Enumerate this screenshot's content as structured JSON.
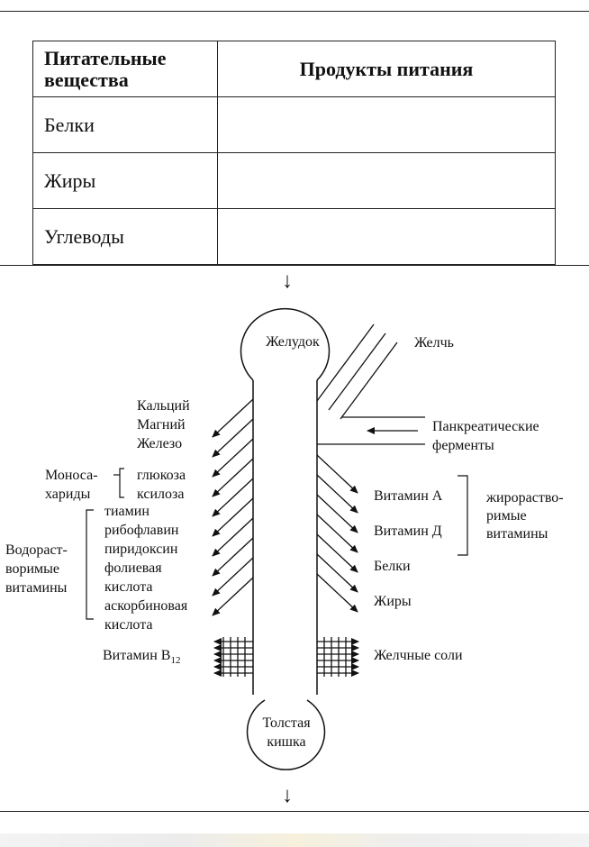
{
  "table": {
    "headers": [
      "Питательные вещества",
      "Продукты питания"
    ],
    "rows": [
      {
        "nutrient": "Белки",
        "foods": ""
      },
      {
        "nutrient": "Жиры",
        "foods": ""
      },
      {
        "nutrient": "Углеводы",
        "foods": ""
      }
    ]
  },
  "diagram": {
    "top_arrow": "↓",
    "bottom_arrow": "↓",
    "stomach": "Желудок",
    "bile": "Желчь",
    "pancreatic": [
      "Панкреатические",
      "ферменты"
    ],
    "minerals": [
      "Кальций",
      "Магний",
      "Железо"
    ],
    "monosaccharides_label": [
      "Моноса-",
      "хариды"
    ],
    "monosaccharides": [
      "глюкоза",
      "ксилоза"
    ],
    "water_soluble_label": [
      "Водораст-",
      "воримые",
      "витамины"
    ],
    "water_soluble": [
      "тиамин",
      "рибофлавин",
      "пиридоксин",
      "фолиевая",
      "кислота",
      "аскорбиновая",
      "кислота"
    ],
    "vitamin_b12": "Витамин B",
    "vitamin_b12_sub": "12",
    "fat_soluble": [
      "Витамин А",
      "Витамин Д"
    ],
    "fat_soluble_label": [
      "жирораство-",
      "римые",
      "витамины"
    ],
    "proteins": "Белки",
    "fats": "Жиры",
    "bile_salts": "Желчные соли",
    "colon": [
      "Толстая",
      "кишка"
    ]
  }
}
